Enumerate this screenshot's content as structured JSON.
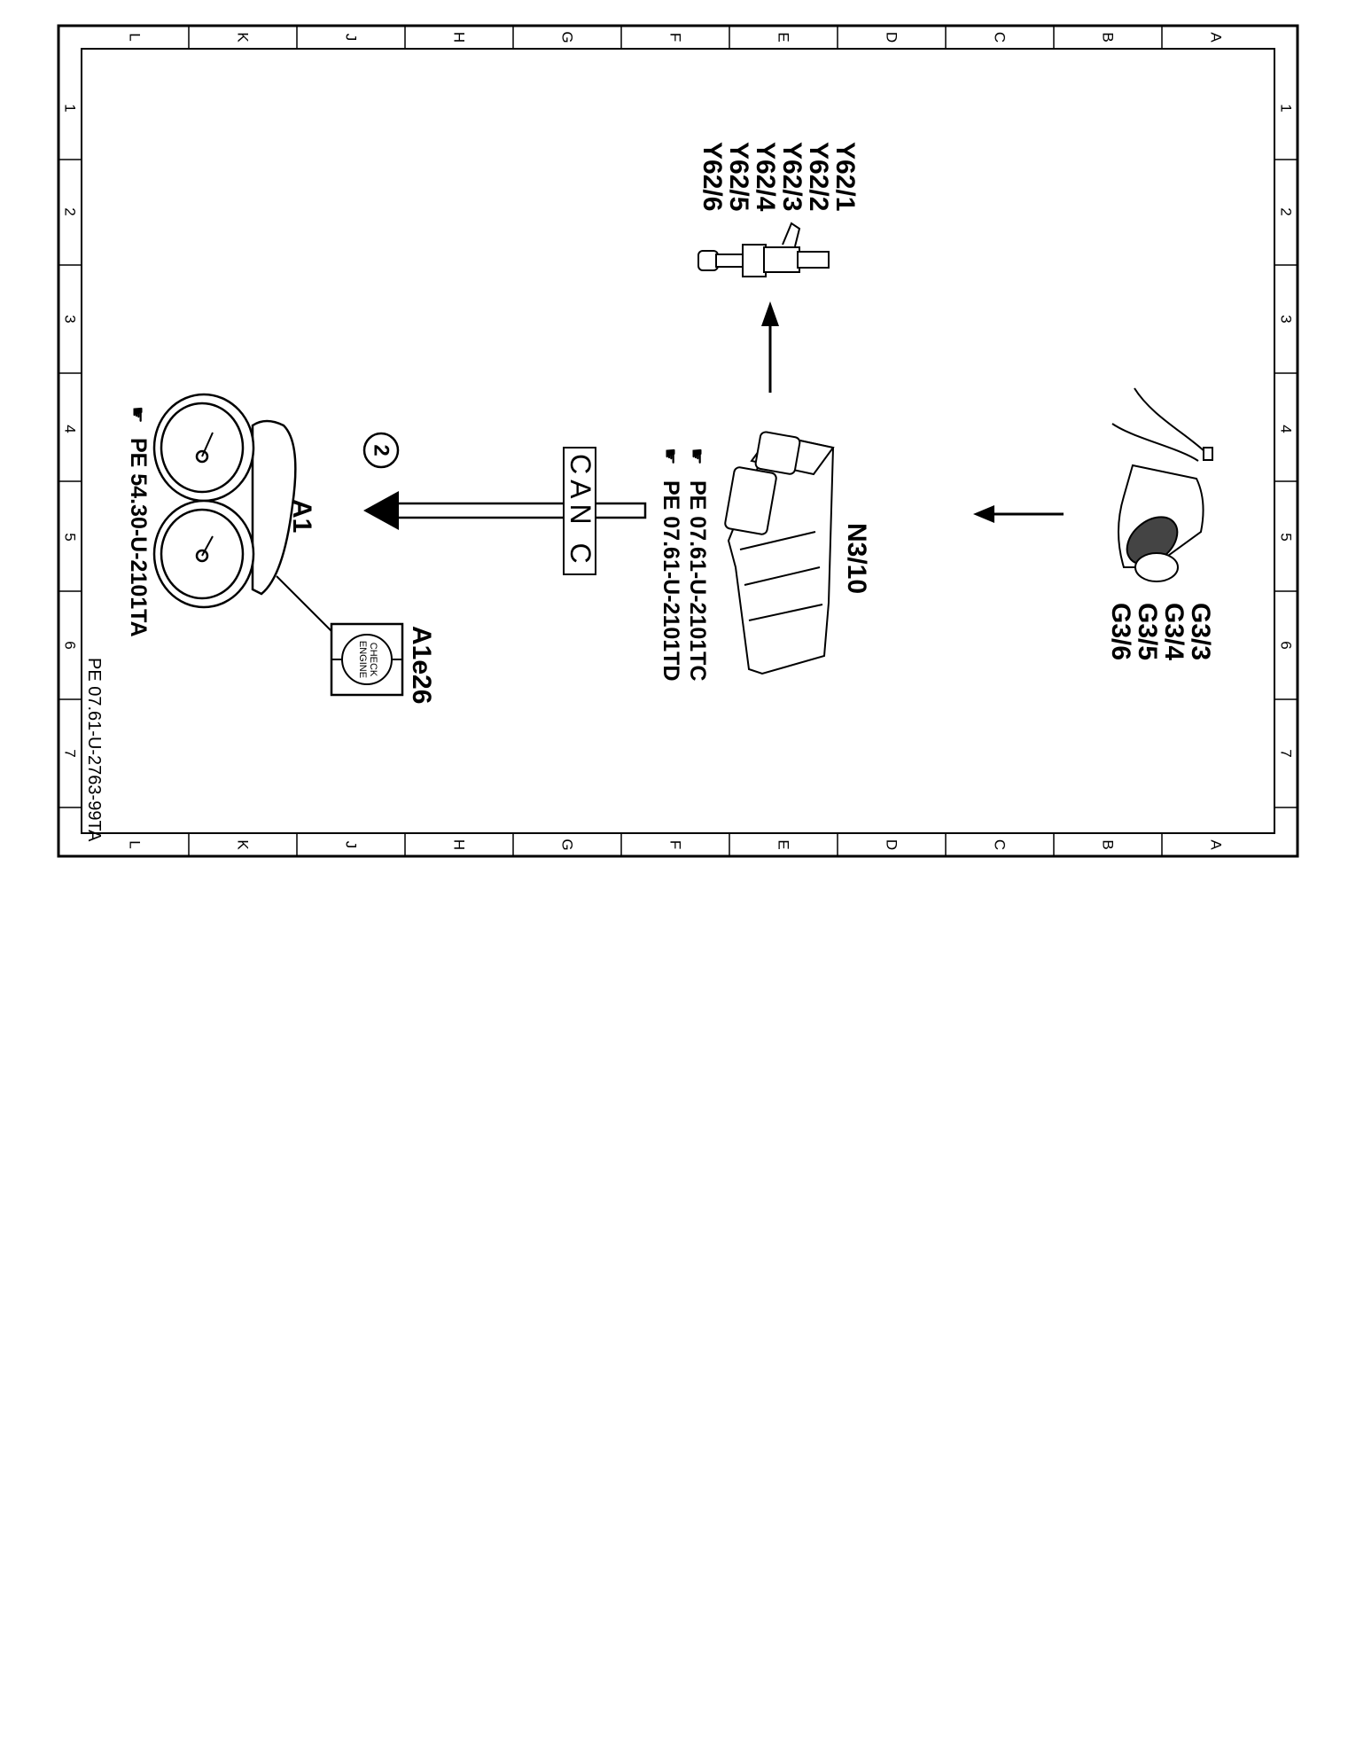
{
  "frame": {
    "col_letters": [
      "L",
      "K",
      "J",
      "H",
      "G",
      "F",
      "E",
      "D",
      "C",
      "B",
      "A"
    ],
    "row_numbers": [
      "1",
      "2",
      "3",
      "4",
      "5",
      "6",
      "7"
    ]
  },
  "components": {
    "injectors": [
      "Y62/1",
      "Y62/2",
      "Y62/3",
      "Y62/4",
      "Y62/5",
      "Y62/6"
    ],
    "o2_sensors": [
      "G3/3",
      "G3/4",
      "G3/5",
      "G3/6"
    ],
    "ecu": {
      "label": "N3/10",
      "refs": [
        "PE  07.61-U-2101TC",
        "PE  07.61-U-2101TD"
      ]
    },
    "cluster": {
      "label": "A1",
      "ref": "PE  54.30-U-2101TA"
    },
    "check_engine_lamp": {
      "label": "A1e26",
      "icon_text_line1": "CHECK",
      "icon_text_line2": "ENGINE"
    }
  },
  "bus": {
    "label": "CAN  C"
  },
  "callout": {
    "number": "2"
  },
  "figure_id": "PE 07.61-U-2763-99TA"
}
